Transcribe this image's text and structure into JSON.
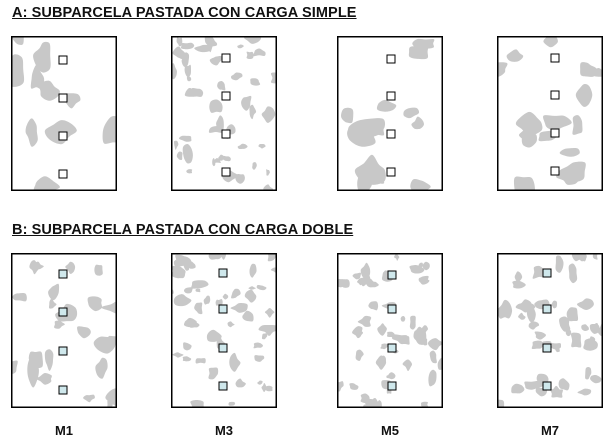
{
  "section_a": {
    "title": "A: SUBPARCELA  PASTADA CON CARGA SIMPLE"
  },
  "section_b": {
    "title": "B: SUBPARCELA  PASTADA CON CARGA DOBLE"
  },
  "columns": [
    {
      "label": "M1"
    },
    {
      "label": "M3"
    },
    {
      "label": "M5"
    },
    {
      "label": "M7"
    }
  ],
  "colors": {
    "patch": "#c8c8c8",
    "frame": "#000000",
    "background": "#ffffff",
    "marker_a": "#ffffff",
    "marker_b": "#cfe8ec"
  },
  "samples_per_plot": 4
}
